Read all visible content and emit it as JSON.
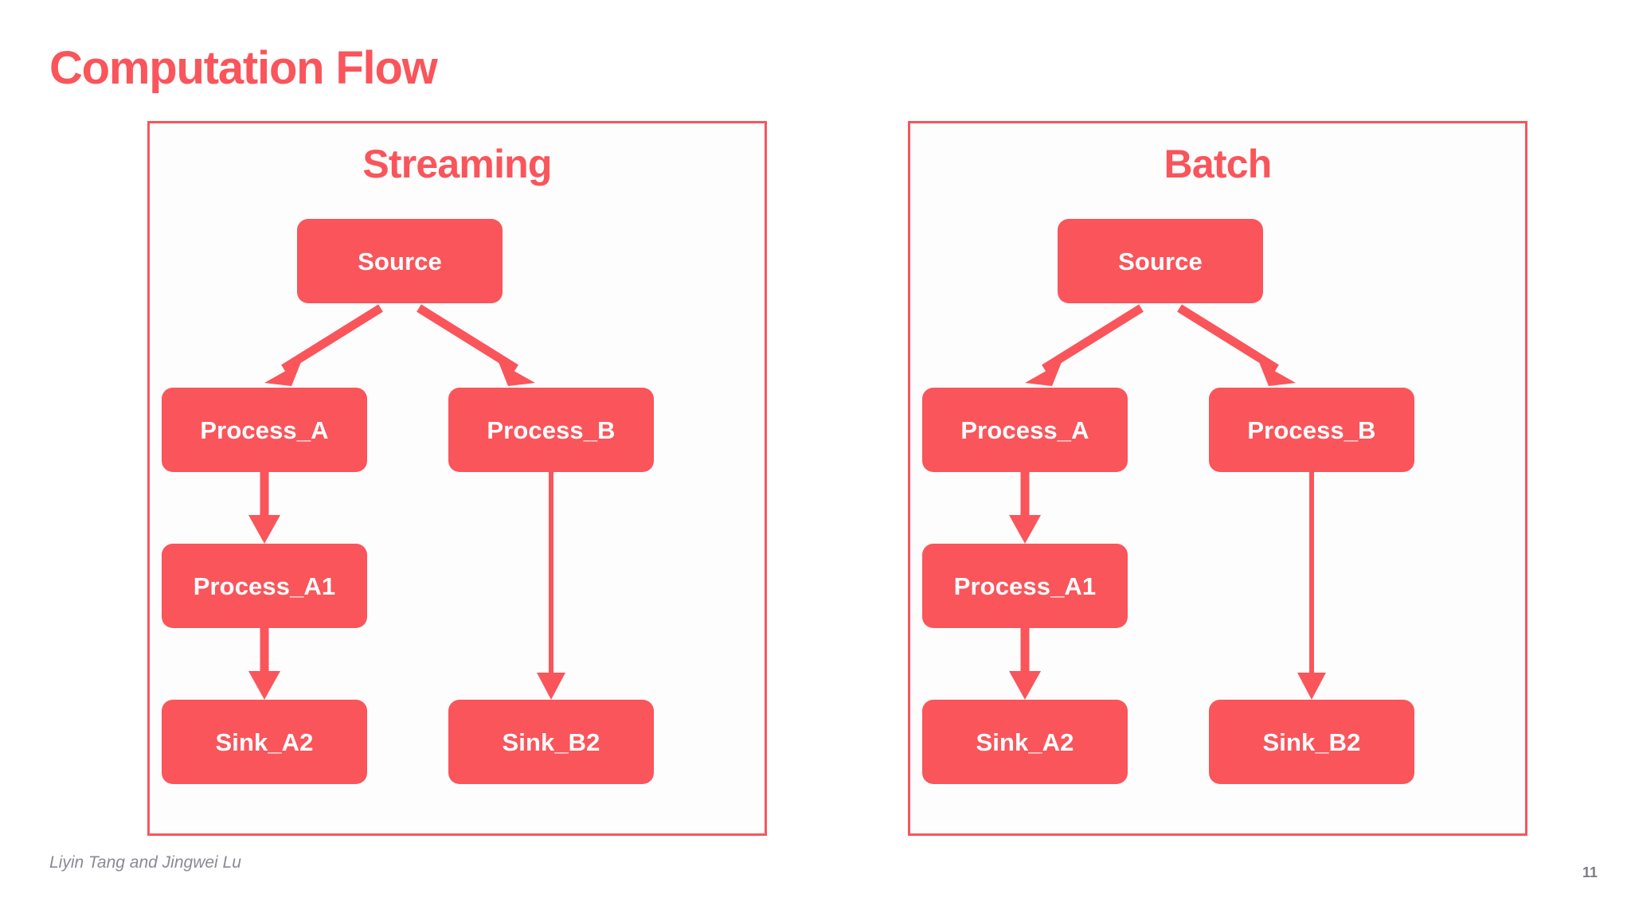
{
  "slide": {
    "title": "Computation Flow",
    "attribution": "Liyin Tang and Jingwei Lu",
    "page_number": "11",
    "colors": {
      "accent_red": "#F9555B",
      "background": "#FFFFFF",
      "panel_fill": "#FEFDFD",
      "node_text": "#FFFFFF",
      "footer_text": "#8A8A93"
    }
  },
  "panels": [
    {
      "key": "streaming",
      "title": "Streaming",
      "nodes": {
        "source": "Source",
        "process_a": "Process_A",
        "process_b": "Process_B",
        "process_a1": "Process_A1",
        "sink_a2": "Sink_A2",
        "sink_b2": "Sink_B2"
      },
      "edges": [
        {
          "from": "Source",
          "to": "Process_A",
          "style": "thick-diagonal"
        },
        {
          "from": "Source",
          "to": "Process_B",
          "style": "thick-diagonal"
        },
        {
          "from": "Process_A",
          "to": "Process_A1",
          "style": "thick-vertical"
        },
        {
          "from": "Process_A1",
          "to": "Sink_A2",
          "style": "thick-vertical"
        },
        {
          "from": "Process_B",
          "to": "Sink_B2",
          "style": "thin-vertical"
        }
      ]
    },
    {
      "key": "batch",
      "title": "Batch",
      "nodes": {
        "source": "Source",
        "process_a": "Process_A",
        "process_b": "Process_B",
        "process_a1": "Process_A1",
        "sink_a2": "Sink_A2",
        "sink_b2": "Sink_B2"
      },
      "edges": [
        {
          "from": "Source",
          "to": "Process_A",
          "style": "thick-diagonal"
        },
        {
          "from": "Source",
          "to": "Process_B",
          "style": "thick-diagonal"
        },
        {
          "from": "Process_A",
          "to": "Process_A1",
          "style": "thick-vertical"
        },
        {
          "from": "Process_A1",
          "to": "Sink_A2",
          "style": "thick-vertical"
        },
        {
          "from": "Process_B",
          "to": "Sink_B2",
          "style": "thin-vertical"
        }
      ]
    }
  ]
}
